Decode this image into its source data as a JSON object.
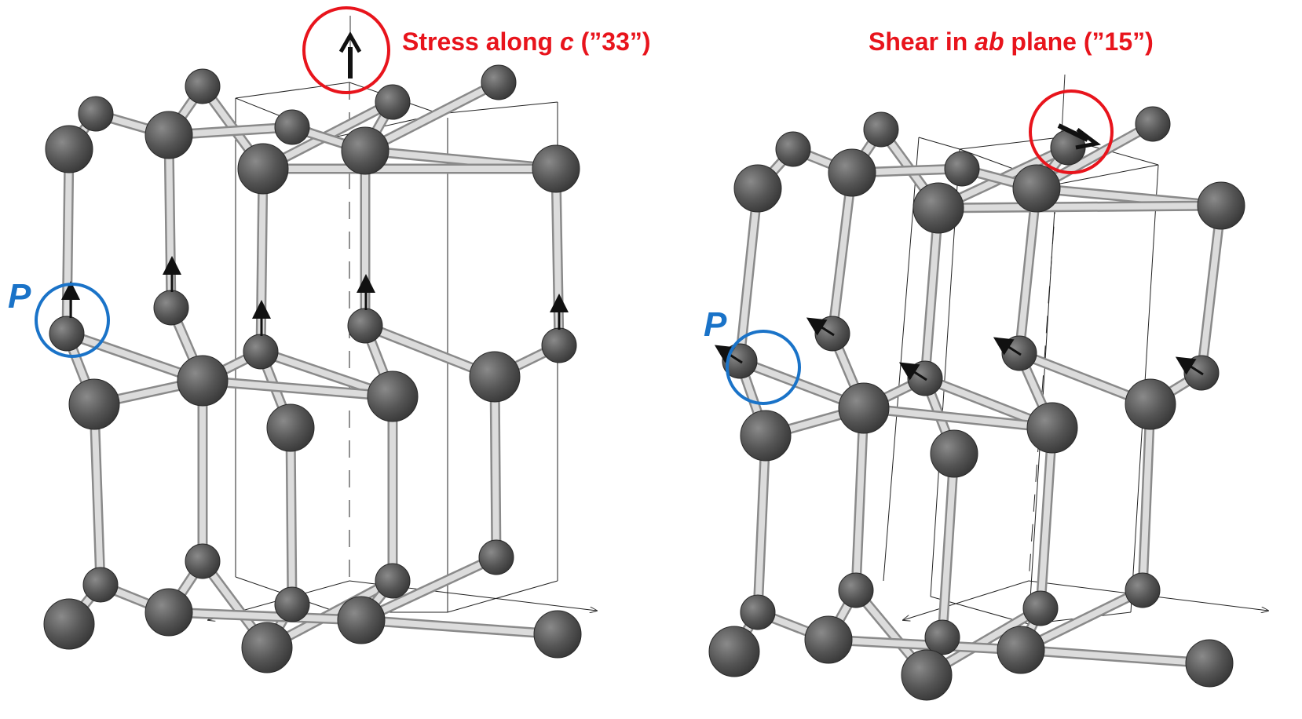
{
  "panels": [
    {
      "id": "left",
      "title": {
        "lead": "Stress along ",
        "italic": "c",
        "tail": " (”33”)"
      },
      "point_label": "P",
      "arrow_direction": "up"
    },
    {
      "id": "right",
      "title": {
        "lead": "Shear in ",
        "italic": "ab",
        "tail": " plane (”15”)"
      },
      "point_label": "P",
      "arrow_direction": "diagonal"
    }
  ],
  "colors": {
    "title": "#e8141c",
    "stress_circle": "#e8141c",
    "point_circle": "#1a73c8",
    "point_label": "#1a73c8",
    "atom": "#555555",
    "bond": "#cfcfcf",
    "cell_line": "#222222"
  },
  "icons": [
    "stress-arrow-icon",
    "atom-displacement-arrow-icon"
  ]
}
